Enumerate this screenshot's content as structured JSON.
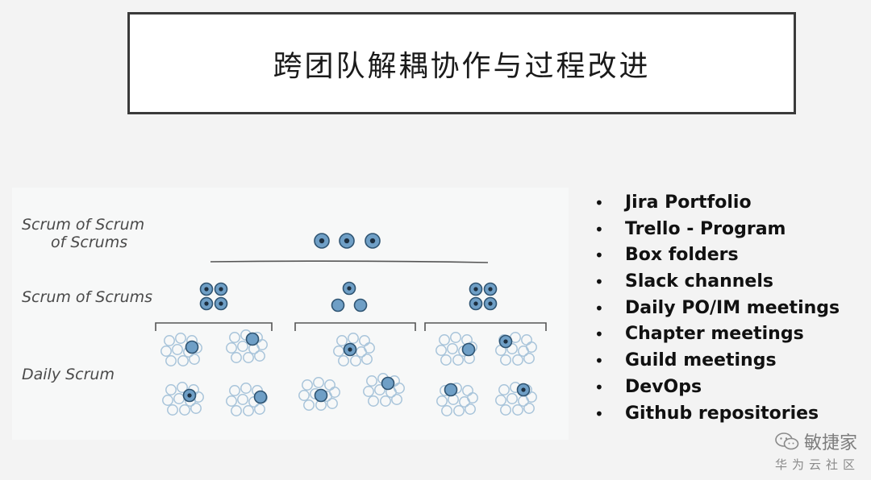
{
  "title": "跨团队解耦协作与过程改进",
  "diagram": {
    "levels": [
      "Scrum of Scrum\nof Scrums",
      "Scrum of Scrums",
      "Daily Scrum"
    ]
  },
  "bullets": [
    "Jira Portfolio",
    "Trello - Program",
    "Box folders",
    "Slack channels",
    "Daily PO/IM meetings",
    "Chapter meetings",
    "Guild meetings",
    "DevOps",
    "Github repositories"
  ],
  "bullet_symbol": "•",
  "watermark": {
    "brand": "敏捷家",
    "sub": "华为云社区",
    "icon": "wechat-icon"
  },
  "colors": {
    "node_fill": "#6f9fc6",
    "node_stroke": "#2f5472",
    "ring_stroke": "#a8c4da"
  }
}
